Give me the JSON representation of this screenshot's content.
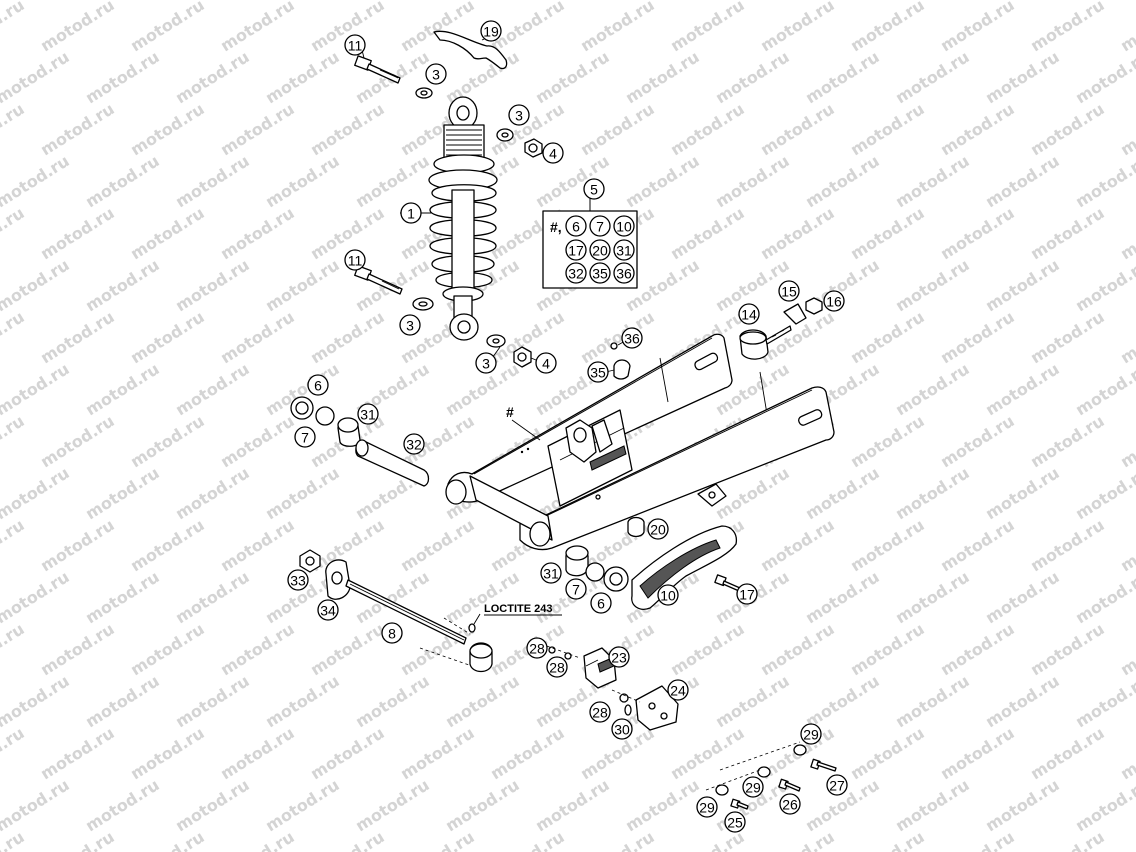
{
  "watermark": "motod.ru",
  "callouts": [
    {
      "id": "c11a",
      "text": "11"
    },
    {
      "id": "c19",
      "text": "19"
    },
    {
      "id": "c3a",
      "text": "3"
    },
    {
      "id": "c3b",
      "text": "3"
    },
    {
      "id": "c4a",
      "text": "4"
    },
    {
      "id": "c1",
      "text": "1"
    },
    {
      "id": "c5",
      "text": "5"
    },
    {
      "id": "c11b",
      "text": "11"
    },
    {
      "id": "c3c",
      "text": "3"
    },
    {
      "id": "c3d",
      "text": "3"
    },
    {
      "id": "c4b",
      "text": "4"
    },
    {
      "id": "c14",
      "text": "14"
    },
    {
      "id": "c15",
      "text": "15"
    },
    {
      "id": "c16",
      "text": "16"
    },
    {
      "id": "c36",
      "text": "36"
    },
    {
      "id": "c35",
      "text": "35"
    },
    {
      "id": "c6a",
      "text": "6"
    },
    {
      "id": "c7a",
      "text": "7"
    },
    {
      "id": "c31a",
      "text": "31"
    },
    {
      "id": "c32",
      "text": "32"
    },
    {
      "id": "c20",
      "text": "20"
    },
    {
      "id": "c33",
      "text": "33"
    },
    {
      "id": "c34",
      "text": "34"
    },
    {
      "id": "c31b",
      "text": "31"
    },
    {
      "id": "c7b",
      "text": "7"
    },
    {
      "id": "c6b",
      "text": "6"
    },
    {
      "id": "c10",
      "text": "10"
    },
    {
      "id": "c17",
      "text": "17"
    },
    {
      "id": "c8",
      "text": "8"
    },
    {
      "id": "c28a",
      "text": "28"
    },
    {
      "id": "c28b",
      "text": "28"
    },
    {
      "id": "c23",
      "text": "23"
    },
    {
      "id": "c24",
      "text": "24"
    },
    {
      "id": "c28c",
      "text": "28"
    },
    {
      "id": "c30",
      "text": "30"
    },
    {
      "id": "c29a",
      "text": "29"
    },
    {
      "id": "c27",
      "text": "27"
    },
    {
      "id": "c29b",
      "text": "29"
    },
    {
      "id": "c26",
      "text": "26"
    },
    {
      "id": "c29c",
      "text": "29"
    },
    {
      "id": "c25",
      "text": "25"
    }
  ],
  "kit_box": {
    "hash": "#,",
    "items": [
      "6",
      "7",
      "10",
      "17",
      "20",
      "31",
      "32",
      "35",
      "36"
    ]
  },
  "swingarm_hash": "#",
  "loctite_note": "LOCTITE 243"
}
